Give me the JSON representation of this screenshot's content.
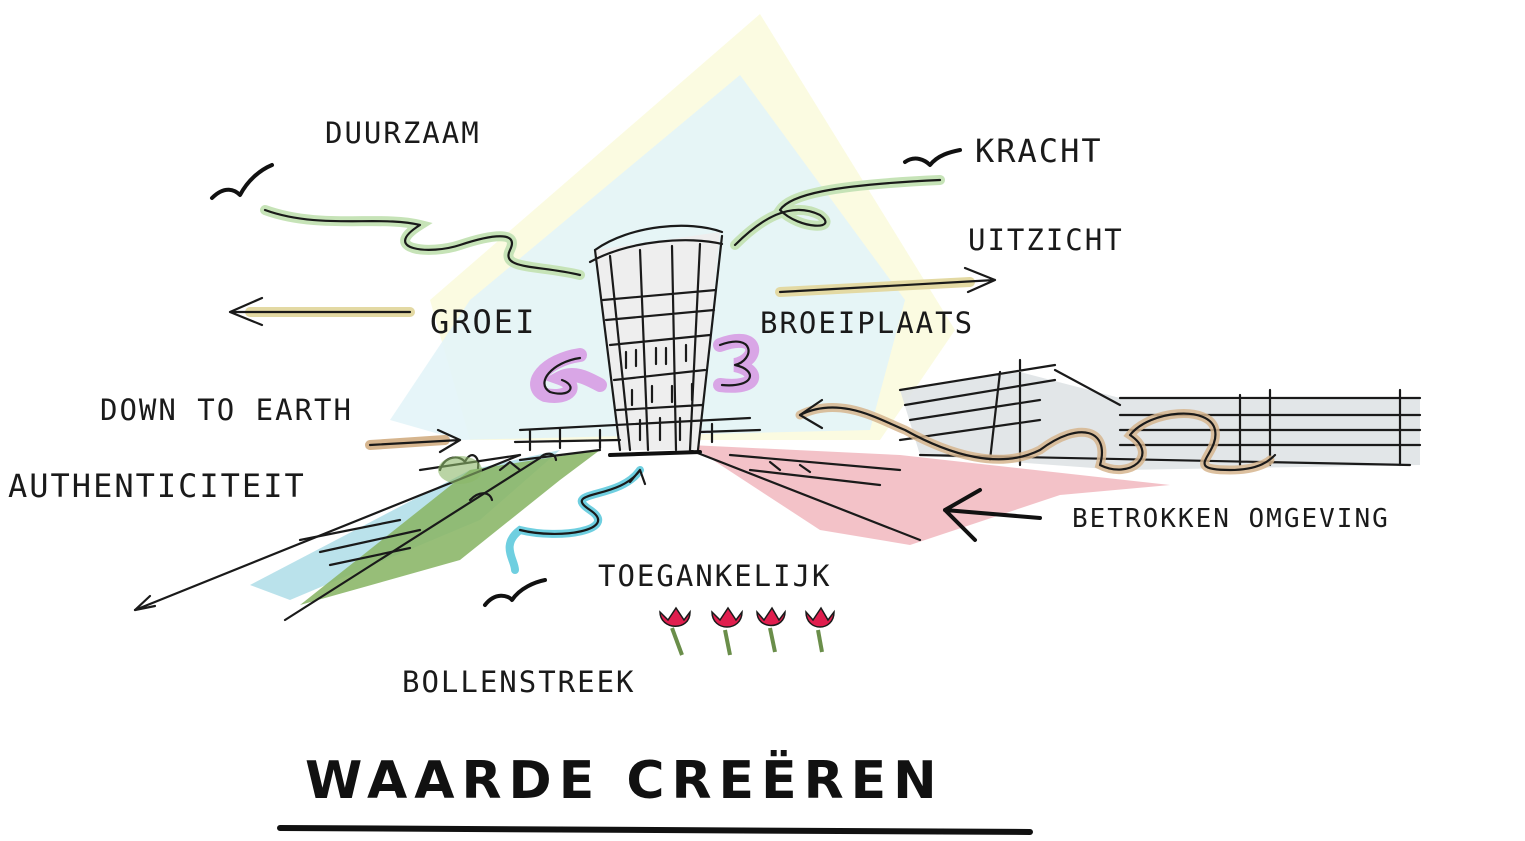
{
  "title": "WAARDE CREËREN",
  "labels": {
    "duurzaam": "DUURZAAM",
    "kracht": "KRACHT",
    "uitzicht": "UITZICHT",
    "groei": "GROEI",
    "broeiplaats": "BROEIPLAATS",
    "down_to_earth": "DOWN TO EARTH",
    "authenticiteit": "AUTHENTICITEIT",
    "betrokken_omgeving": "BETROKKEN OMGEVING",
    "toegankelijk": "TOEGANKELIJK",
    "bollenstreek": "BOLLENSTREEK"
  },
  "icons": [
    "bird-icon",
    "arrow-icon",
    "tower-icon",
    "tulip-icon",
    "building-icon"
  ],
  "colors": {
    "sky": "#e3f4f8",
    "beam": "#fbfbe1",
    "green": "#8cb769",
    "green_light": "#c6e3b7",
    "blue": "#a9dbe6",
    "cyan": "#6fcfe0",
    "pink": "#f1b7be",
    "purple": "#d9a6e6",
    "tan": "#d6b58e",
    "ochre": "#e3d9a3",
    "tulip_red": "#e01e4e",
    "ink": "#1a1a1a"
  }
}
